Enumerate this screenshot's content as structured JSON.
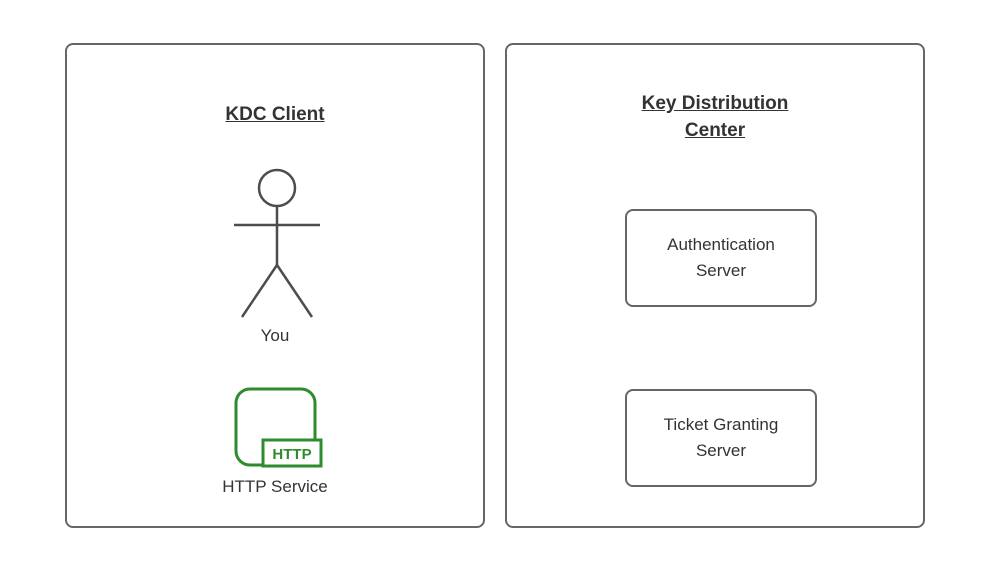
{
  "colors": {
    "border": "#666666",
    "text": "#333333",
    "accent_green": "#2e8b2e",
    "figure": "#4d4d4d",
    "background": "#ffffff"
  },
  "diagram": {
    "left_panel": {
      "title": "KDC Client",
      "actor_label": "You",
      "service_icon_text": "HTTP",
      "service_label": "HTTP Service"
    },
    "right_panel": {
      "title": "Key Distribution Center",
      "boxes": [
        {
          "label": "Authentication Server"
        },
        {
          "label": "Ticket Granting Server"
        }
      ]
    }
  }
}
